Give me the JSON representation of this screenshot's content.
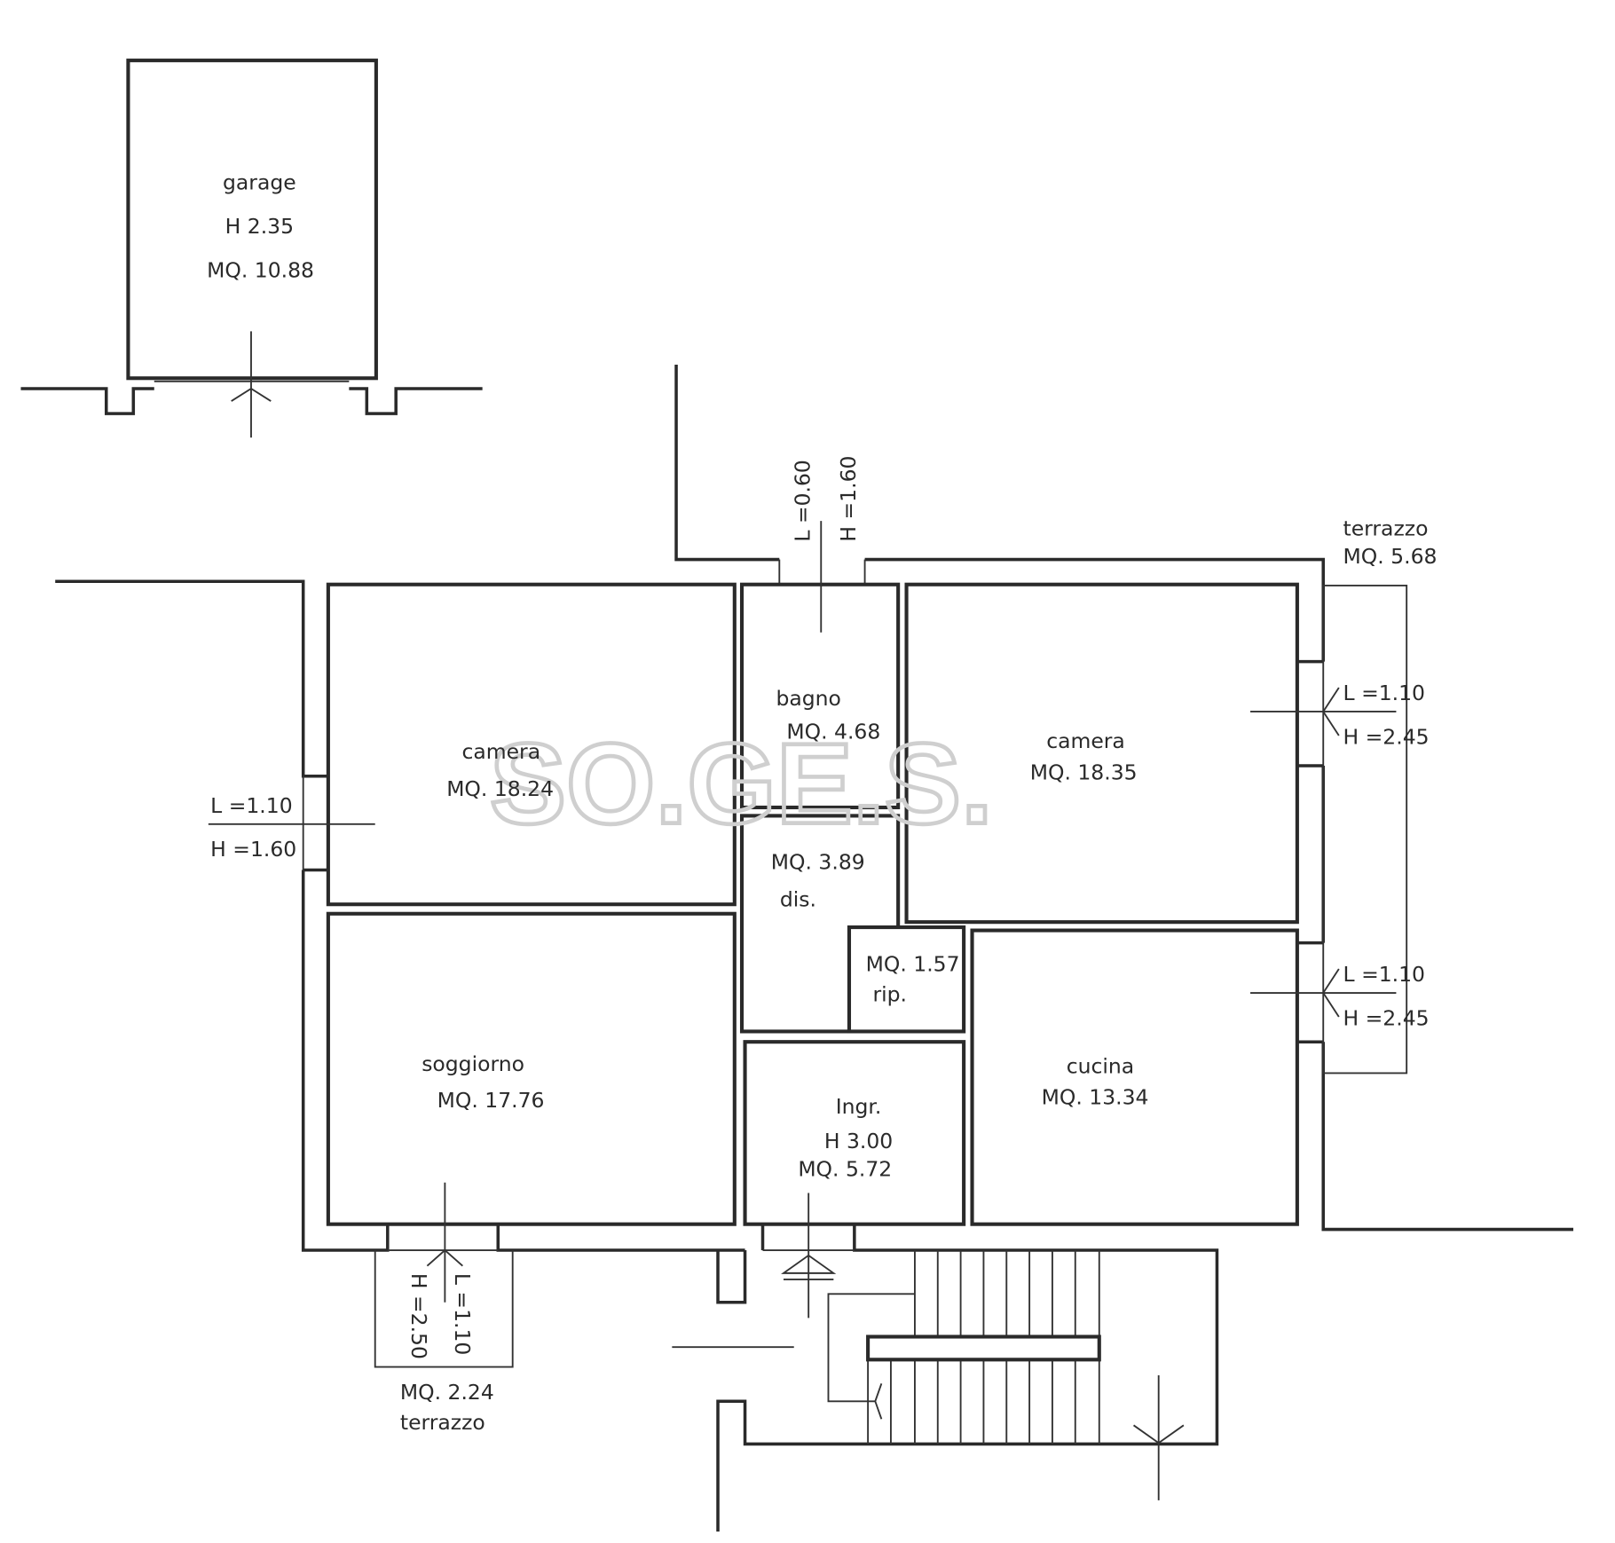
{
  "watermark": "SO.GE.S.",
  "garage": {
    "name": "garage",
    "height": "H 2.35",
    "area": "MQ. 10.88"
  },
  "rooms": {
    "camera_left": {
      "name": "camera",
      "area": "MQ. 18.24"
    },
    "bagno": {
      "name": "bagno",
      "area": "MQ. 4.68"
    },
    "camera_right": {
      "name": "camera",
      "area": "MQ. 18.35"
    },
    "dis": {
      "name": "dis.",
      "area": "MQ. 3.89"
    },
    "rip": {
      "name": "rip.",
      "area": "MQ. 1.57"
    },
    "soggiorno": {
      "name": "soggiorno",
      "area": "MQ. 17.76"
    },
    "ingr": {
      "name": "Ingr.",
      "height": "H 3.00",
      "area": "MQ. 5.72"
    },
    "cucina": {
      "name": "cucina",
      "area": "MQ. 13.34"
    }
  },
  "terraces": {
    "right": {
      "name": "terrazzo",
      "area": "MQ. 5.68"
    },
    "bottom": {
      "name": "terrazzo",
      "area": "MQ. 2.24"
    }
  },
  "windows": {
    "bagno": {
      "l": "L =0.60",
      "h": "H =1.60"
    },
    "camera_left": {
      "l": "L =1.10",
      "h": "H =1.60"
    },
    "camera_right": {
      "l": "L =1.10",
      "h": "H =2.45"
    },
    "cucina": {
      "l": "L =1.10",
      "h": "H =2.45"
    },
    "soggiorno": {
      "l": "L =1.10",
      "h": "H =2.50"
    }
  }
}
